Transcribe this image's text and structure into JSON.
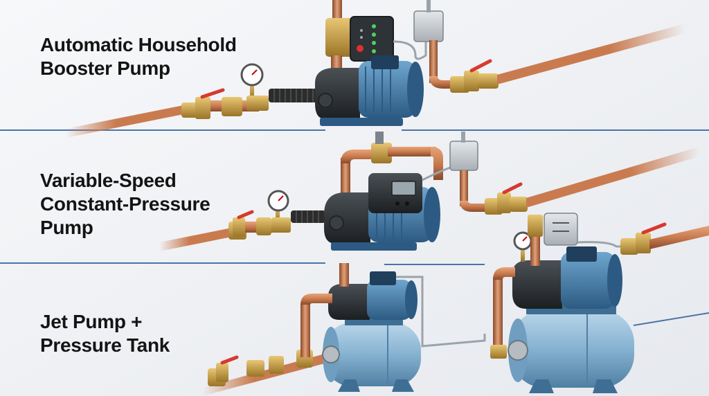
{
  "sections": [
    {
      "lines": [
        "Automatic Household",
        "Booster Pump"
      ]
    },
    {
      "lines": [
        "Variable-Speed",
        "Constant-Pressure",
        "Pump"
      ]
    },
    {
      "lines": [
        "Jet Pump +",
        "Pressure Tank"
      ]
    }
  ],
  "colors": {
    "copper": "#c97b4f",
    "copper_dark": "#8a4a2a",
    "brass": "#c9a04a",
    "pump_blue": "#3f7aa8",
    "pump_black": "#2b2f33",
    "tank_blue": "#8ab6d6",
    "valve_red": "#d63a2f",
    "divider": "#4a74a8"
  }
}
